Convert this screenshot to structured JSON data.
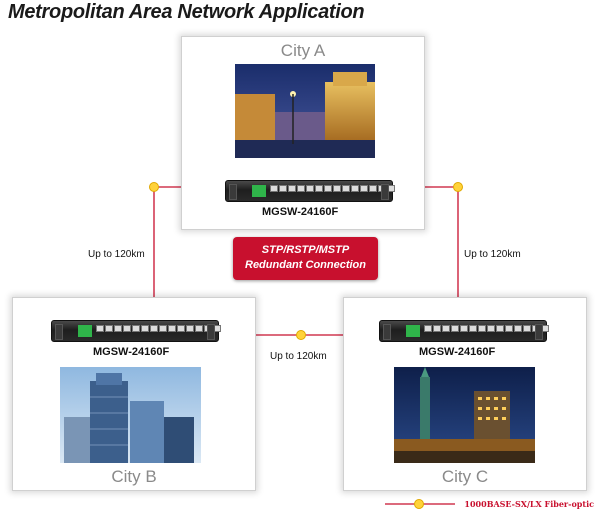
{
  "title": "Metropolitan Area Network Application",
  "cities": [
    {
      "name": "City A",
      "model": "MGSW-24160F"
    },
    {
      "name": "City B",
      "model": "MGSW-24160F"
    },
    {
      "name": "City C",
      "model": "MGSW-24160F"
    }
  ],
  "links": {
    "a_b_distance": "Up to 120km",
    "a_c_distance": "Up to 120km",
    "b_c_distance": "Up to 120km"
  },
  "redundant": {
    "line1": "STP/RSTP/MSTP",
    "line2": "Redundant Connection"
  },
  "legend": {
    "label": "1000BASE-SX/LX Fiber-optic",
    "color": "#c8102e"
  },
  "node_color": "#ffd23a",
  "icons": [
    "switch-icon",
    "fiber-node-icon"
  ]
}
